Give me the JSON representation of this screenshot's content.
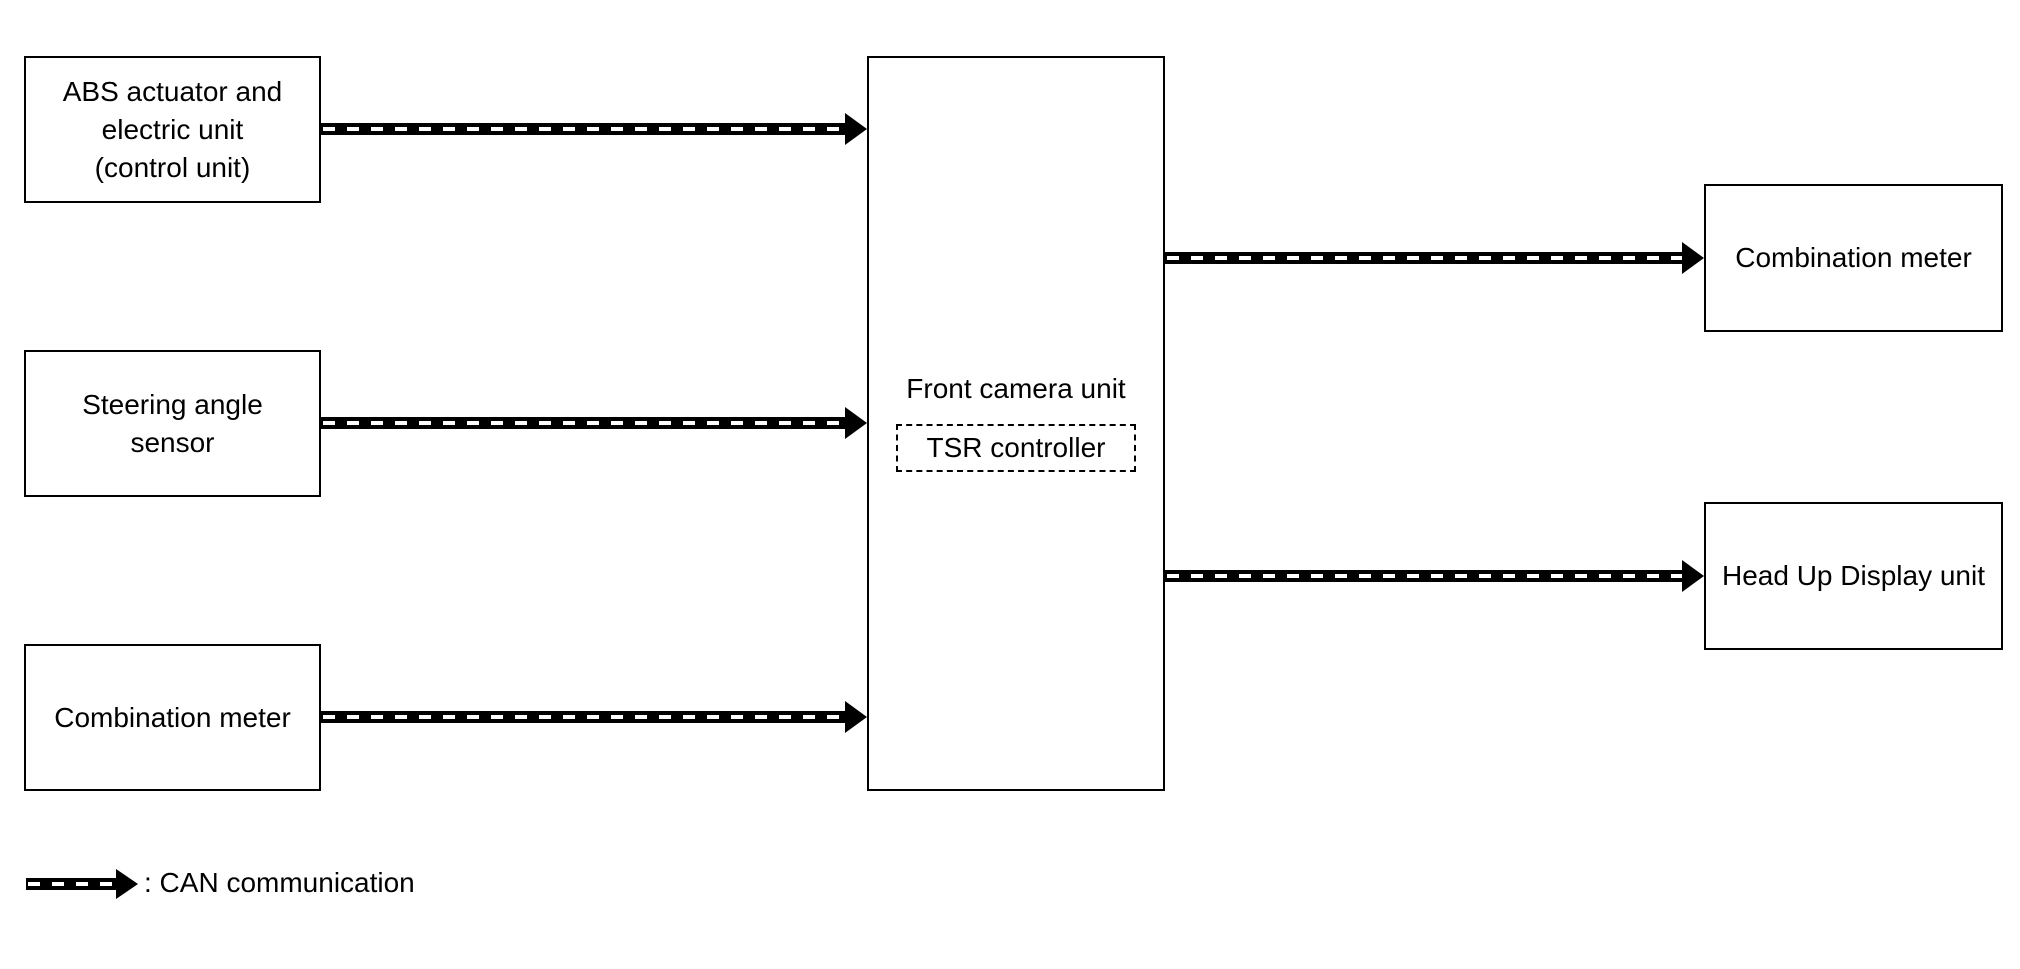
{
  "inputs": [
    {
      "label": "ABS actuator and\nelectric unit\n(control unit)"
    },
    {
      "label": "Steering angle\nsensor"
    },
    {
      "label": "Combination meter"
    }
  ],
  "center": {
    "title": "Front camera unit",
    "sub_label": "TSR controller"
  },
  "outputs": [
    {
      "label": "Combination meter"
    },
    {
      "label": "Head Up Display unit"
    }
  ],
  "legend": {
    "label": ": CAN communication",
    "line_style": "CAN communication arrow (black line with white dashes)"
  },
  "colors": {
    "line": "#000000",
    "dash": "#ffffff",
    "background": "#ffffff"
  }
}
